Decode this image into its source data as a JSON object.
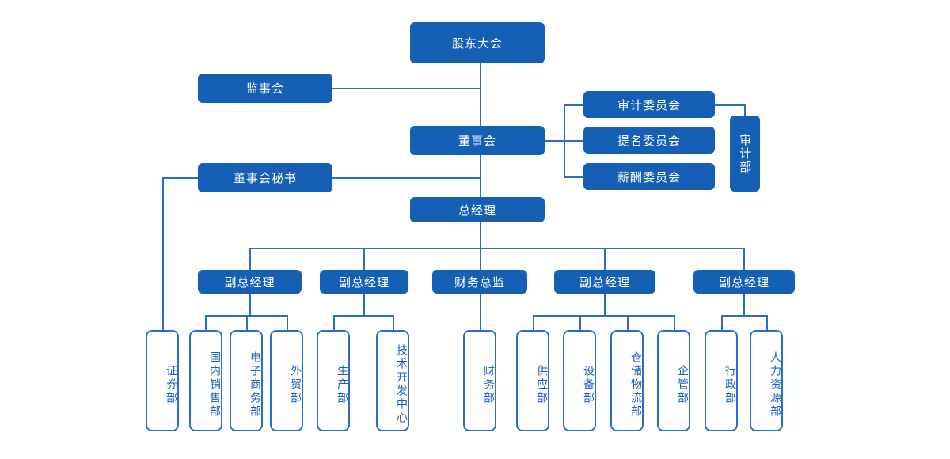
{
  "theme": {
    "node_fill": "#1560B4",
    "node_text": "#ffffff",
    "dept_border": "#2A6FC9",
    "dept_text": "#1C5FB8",
    "line_color": "#2A6FC9",
    "background": "#ffffff"
  },
  "nodes": {
    "shareholders_meeting": "股东大会",
    "board_of_supervisors": "监事会",
    "board_of_directors": "董事会",
    "board_secretary": "董事会秘书",
    "general_manager": "总经理",
    "audit_committee": "审计委员会",
    "nomination_committee": "提名委员会",
    "compensation_committee": "薪酬委员会",
    "audit_department": "审计部"
  },
  "managers": [
    {
      "label": "副总经理"
    },
    {
      "label": "副总经理"
    },
    {
      "label": "财务总监"
    },
    {
      "label": "副总经理"
    },
    {
      "label": "副总经理"
    }
  ],
  "departments": {
    "securities": "证券部",
    "domestic_sales": "国内销售部",
    "ecommerce": "电子商务部",
    "foreign_trade": "外贸部",
    "production": "生产部",
    "tech_development_center": "技术开发中心",
    "finance": "财务部",
    "supply": "供应部",
    "equipment": "设备部",
    "warehouse_logistics": "仓储物流部",
    "enterprise_management": "企管部",
    "administration": "行政部",
    "human_resources": "人力资源部"
  }
}
